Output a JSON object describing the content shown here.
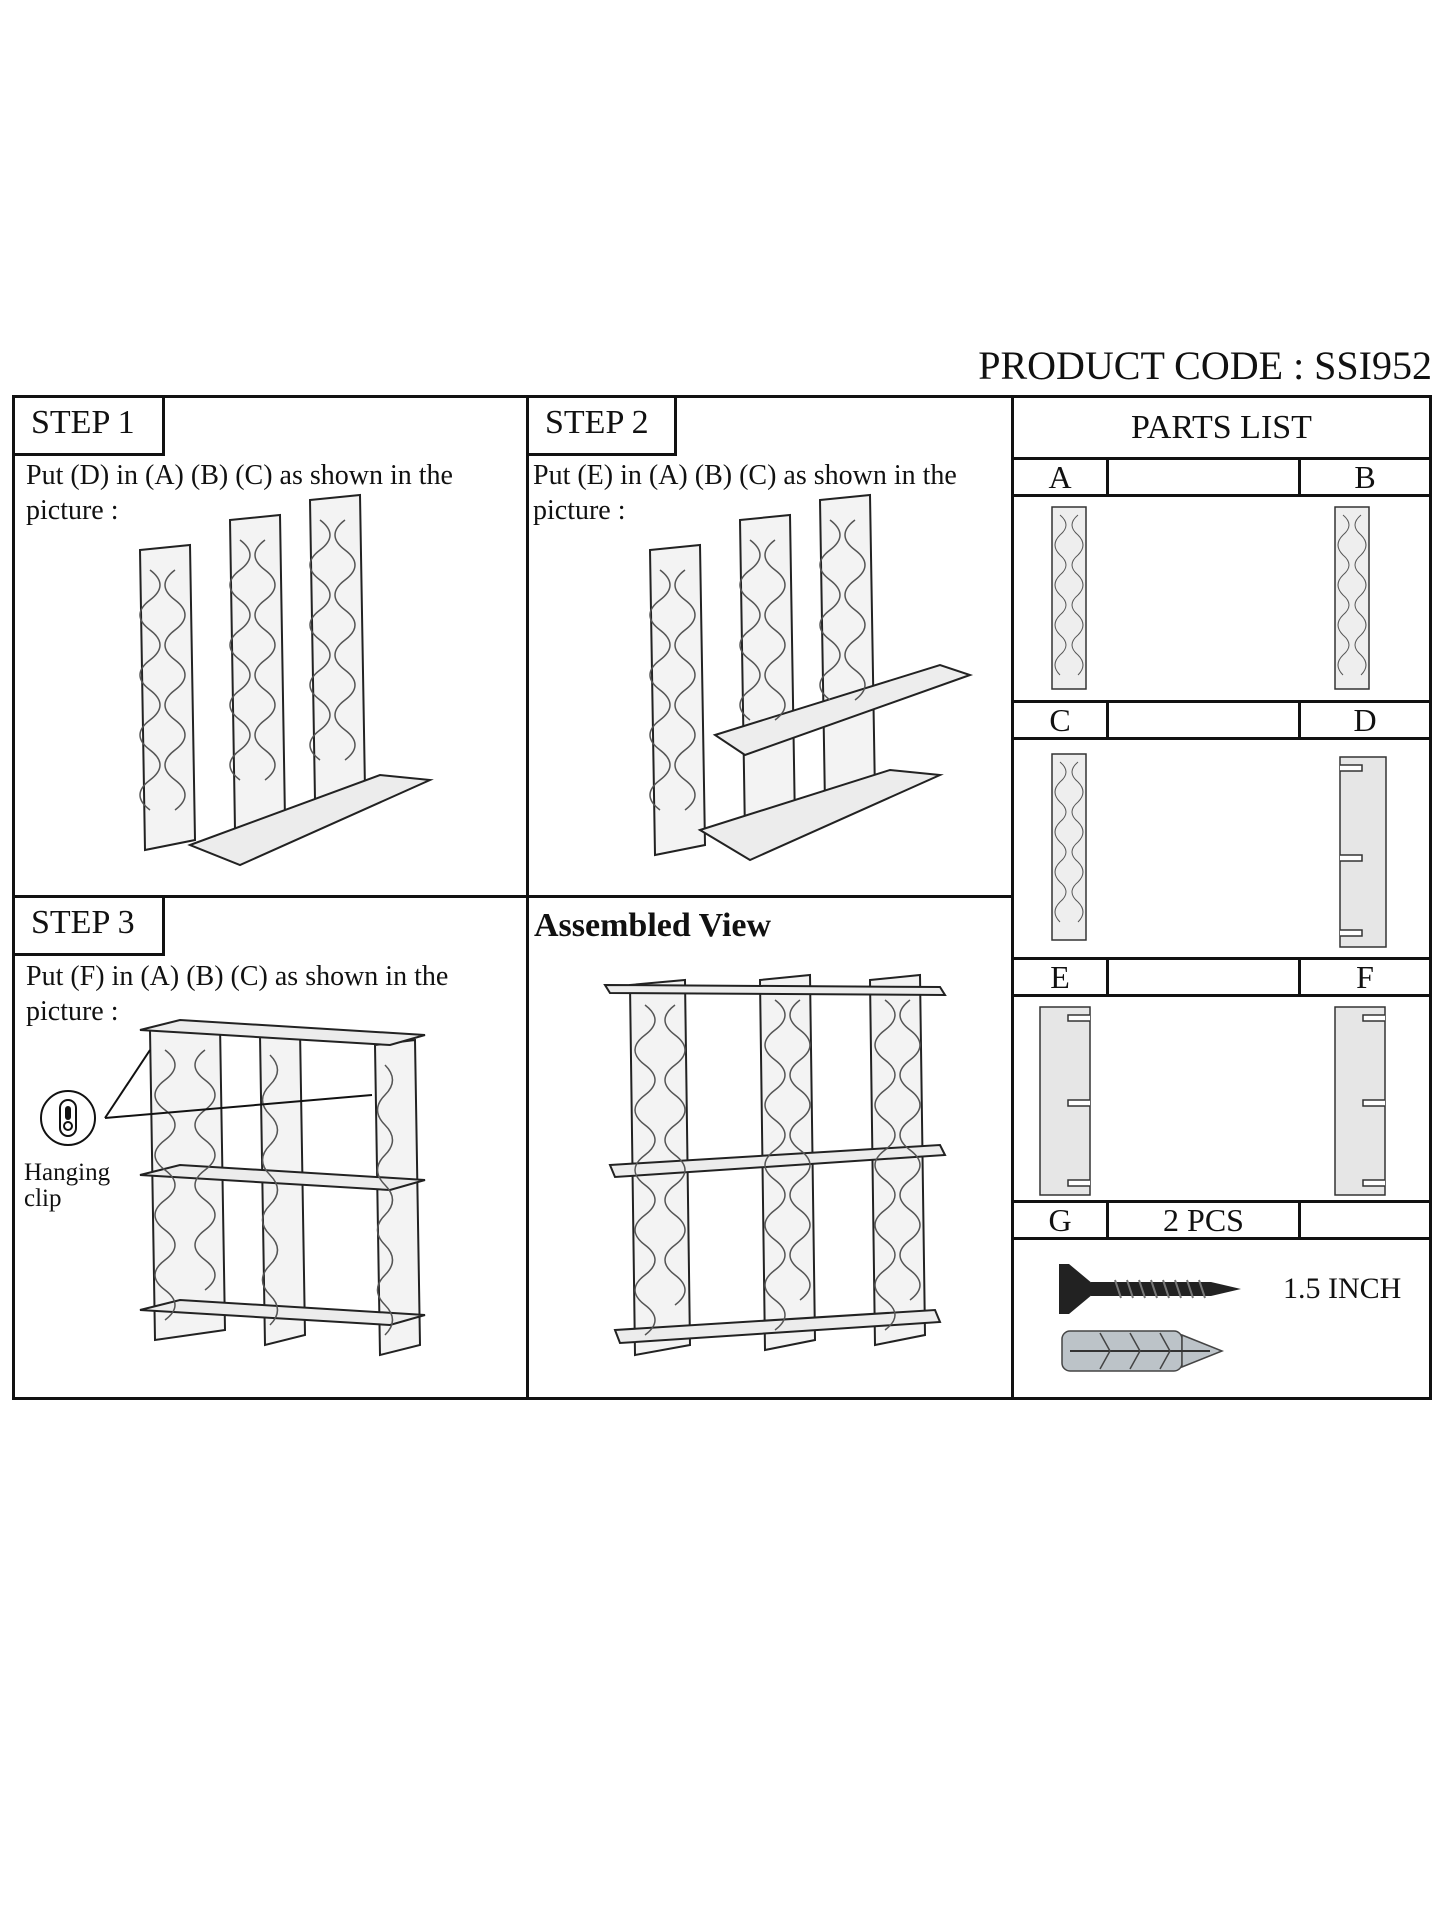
{
  "header": {
    "product_code": "PRODUCT CODE : SSI952"
  },
  "steps": [
    {
      "label": "STEP 1",
      "instruction": "Put (D) in (A) (B) (C) as shown in the picture :"
    },
    {
      "label": "STEP 2",
      "instruction": "Put (E) in (A) (B) (C) as shown in the picture :"
    },
    {
      "label": "STEP 3",
      "instruction": "Put (F) in (A) (B) (C) as shown in the picture :"
    }
  ],
  "hanging_clip": {
    "label_line1": "Hanging",
    "label_line2": "clip"
  },
  "assembled": {
    "title": "Assembled View"
  },
  "parts_list": {
    "title": "PARTS LIST",
    "row1": {
      "left": "A",
      "right": "B"
    },
    "row2": {
      "left": "C",
      "right": "D"
    },
    "row3": {
      "left": "E",
      "right": "F"
    },
    "row4": {
      "left": "G",
      "quantity": "2 PCS"
    },
    "screw_size": "1.5 INCH"
  },
  "icons": [
    "carved-panel-icon",
    "plain-panel-icon",
    "screw-icon",
    "wall-anchor-icon",
    "hanging-clip-icon"
  ]
}
